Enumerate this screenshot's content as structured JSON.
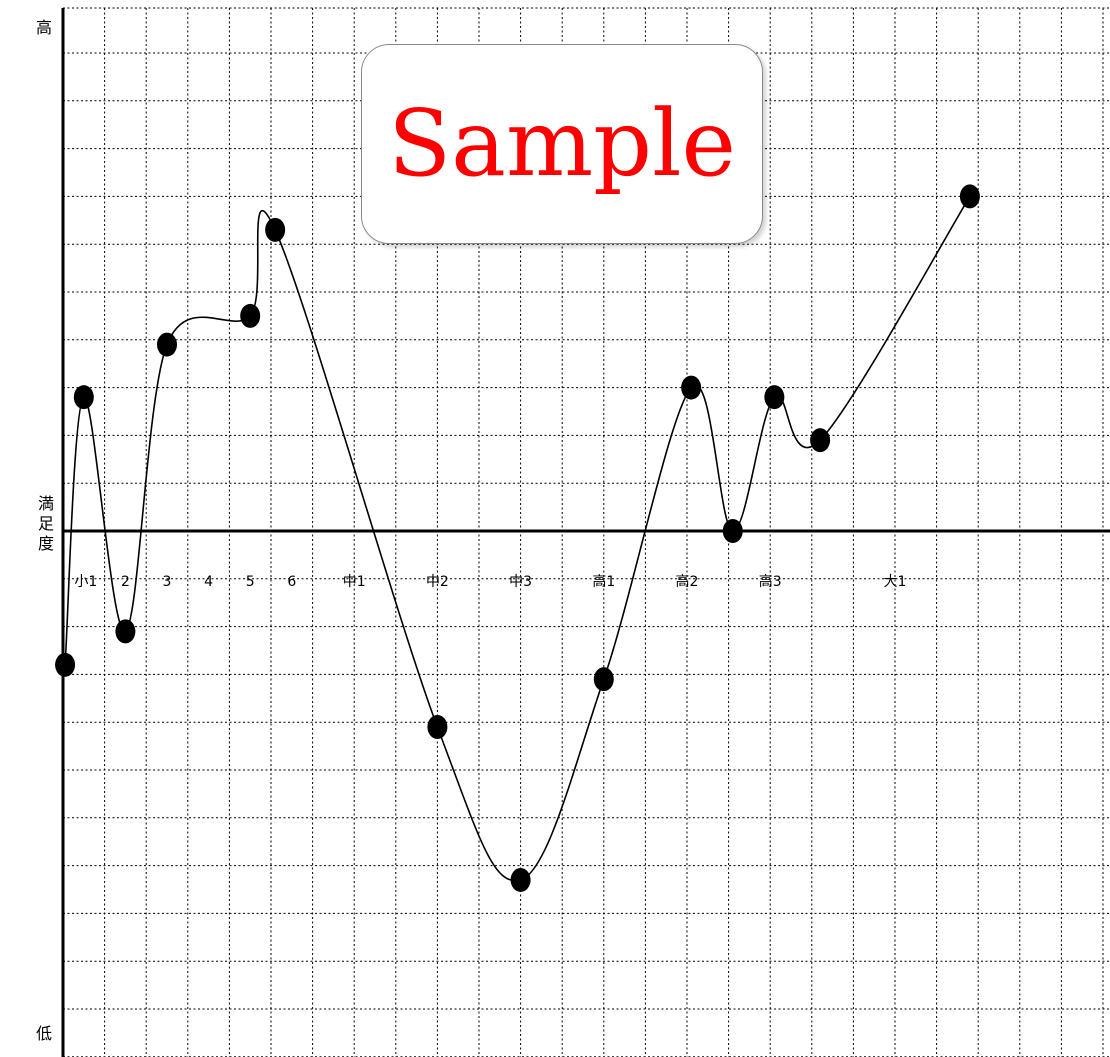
{
  "chart_data": {
    "type": "line",
    "title": "",
    "ylabel": "満足度",
    "y_high_label": "高",
    "y_low_label": "低",
    "ylim": [
      -10,
      10.5
    ],
    "categories": [
      "小1",
      "2",
      "3",
      "4",
      "5",
      "6",
      "中1",
      "中2",
      "中3",
      "高1",
      "高2",
      "高3",
      "大1"
    ],
    "series": [
      {
        "values": [
          {
            "x": 0.05,
            "y": -2.8
          },
          {
            "x": 0.5,
            "y": 2.8
          },
          {
            "x": 1.5,
            "y": -2.1
          },
          {
            "x": 2.5,
            "y": 3.9
          },
          {
            "x": 4.5,
            "y": 4.5
          },
          {
            "x": 5.1,
            "y": 6.3
          },
          {
            "x": 9.0,
            "y": -4.1
          },
          {
            "x": 11.0,
            "y": -7.3
          },
          {
            "x": 13.0,
            "y": -3.1
          },
          {
            "x": 15.1,
            "y": 3.0
          },
          {
            "x": 16.1,
            "y": 0.0
          },
          {
            "x": 17.1,
            "y": 2.8
          },
          {
            "x": 18.2,
            "y": 1.9
          },
          {
            "x": 21.8,
            "y": 7.0
          }
        ]
      }
    ],
    "grid": true,
    "watermark": "Sample",
    "colors": {
      "line": "#000000",
      "grid": "#000000",
      "watermark": "#ff0000"
    }
  }
}
